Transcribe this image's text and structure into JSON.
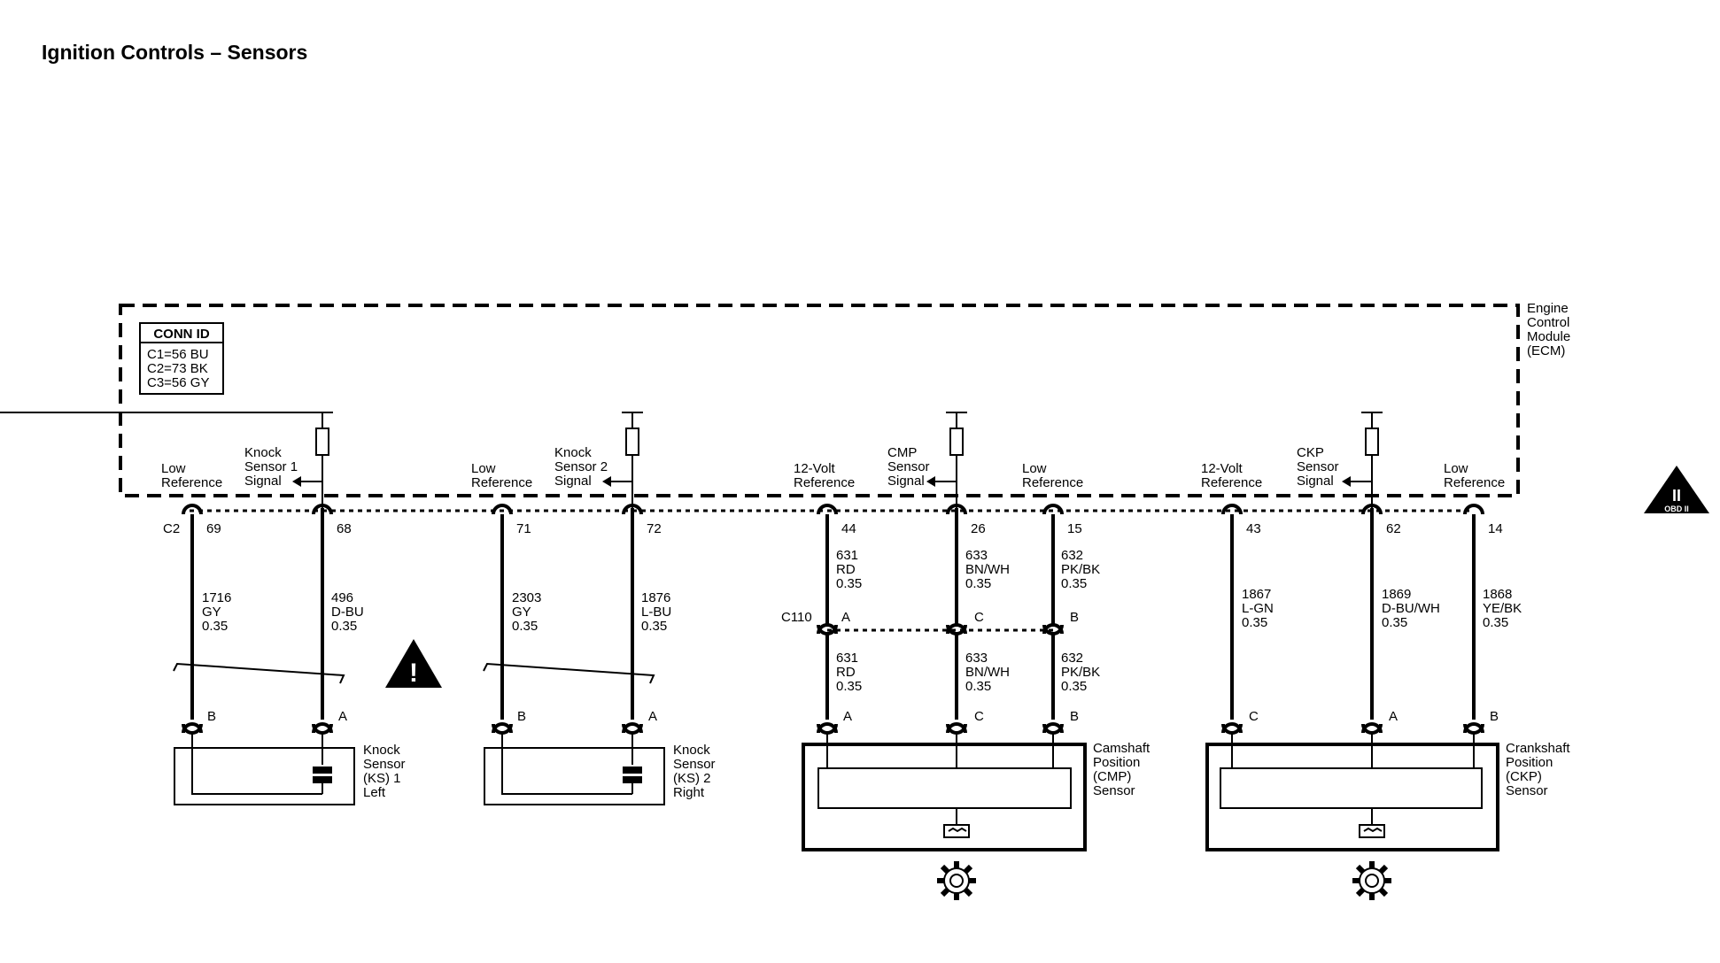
{
  "title": "Ignition Controls – Sensors",
  "ecm": {
    "name_lines": [
      "Engine",
      "Control",
      "Module",
      "(ECM)"
    ],
    "conn_id": {
      "header": "CONN ID",
      "rows": [
        "C1=56 BU",
        "C2=73 BK",
        "C3=56 GY"
      ]
    },
    "connector_label": "C2",
    "pins": [
      {
        "pin": "69",
        "label": [
          "Low",
          "Reference"
        ],
        "wire": [
          "1716",
          "GY",
          "0.35"
        ]
      },
      {
        "pin": "68",
        "label": [
          "Knock",
          "Sensor 1",
          "Signal"
        ],
        "wire": [
          "496",
          "D-BU",
          "0.35"
        ]
      },
      {
        "pin": "71",
        "label": [
          "Low",
          "Reference"
        ],
        "wire": [
          "2303",
          "GY",
          "0.35"
        ]
      },
      {
        "pin": "72",
        "label": [
          "Knock",
          "Sensor 2",
          "Signal"
        ],
        "wire": [
          "1876",
          "L-BU",
          "0.35"
        ]
      },
      {
        "pin": "44",
        "label": [
          "12-Volt",
          "Reference"
        ],
        "wire": [
          "631",
          "RD",
          "0.35"
        ]
      },
      {
        "pin": "26",
        "label": [
          "CMP",
          "Sensor",
          "Signal"
        ],
        "wire": [
          "633",
          "BN/WH",
          "0.35"
        ]
      },
      {
        "pin": "15",
        "label": [
          "Low",
          "Reference"
        ],
        "wire": [
          "632",
          "PK/BK",
          "0.35"
        ]
      },
      {
        "pin": "43",
        "label": [
          "12-Volt",
          "Reference"
        ],
        "wire": [
          "1867",
          "L-GN",
          "0.35"
        ]
      },
      {
        "pin": "62",
        "label": [
          "CKP",
          "Sensor",
          "Signal"
        ],
        "wire": [
          "1869",
          "D-BU/WH",
          "0.35"
        ]
      },
      {
        "pin": "14",
        "label": [
          "Low",
          "Reference"
        ],
        "wire": [
          "1868",
          "YE/BK",
          "0.35"
        ]
      }
    ]
  },
  "inline_connector": {
    "id": "C110",
    "pins": [
      "A",
      "C",
      "B"
    ],
    "lower_wires": [
      [
        "631",
        "RD",
        "0.35"
      ],
      [
        "633",
        "BN/WH",
        "0.35"
      ],
      [
        "632",
        "PK/BK",
        "0.35"
      ]
    ]
  },
  "sensors": [
    {
      "name_lines": [
        "Knock",
        "Sensor",
        "(KS) 1",
        "Left"
      ],
      "pins": [
        "B",
        "A"
      ]
    },
    {
      "name_lines": [
        "Knock",
        "Sensor",
        "(KS) 2",
        "Right"
      ],
      "pins": [
        "B",
        "A"
      ]
    },
    {
      "name_lines": [
        "Camshaft",
        "Position",
        "(CMP)",
        "Sensor"
      ],
      "pins": [
        "A",
        "C",
        "B"
      ]
    },
    {
      "name_lines": [
        "Crankshaft",
        "Position",
        "(CKP)",
        "Sensor"
      ],
      "pins": [
        "C",
        "A",
        "B"
      ]
    }
  ],
  "badges": {
    "obd_roman": "II",
    "obd_text": "OBD II",
    "caution_glyph": "!"
  },
  "icons": [
    "warning-triangle-icon",
    "obd-ii-icon",
    "gear-icon"
  ]
}
